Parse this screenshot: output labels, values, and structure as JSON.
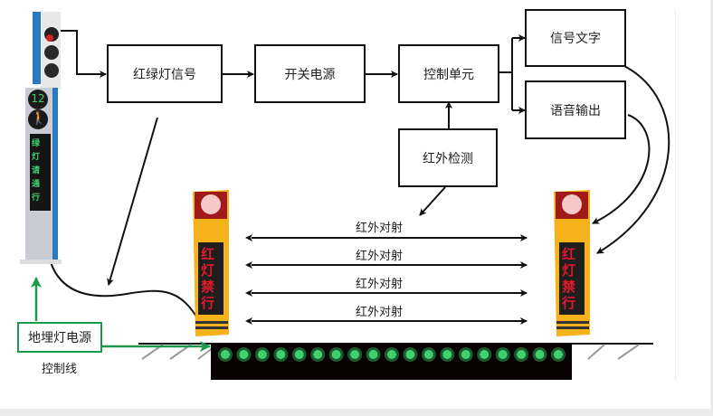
{
  "boxes": {
    "traffic_signal": "红绿灯信号",
    "switch_power": "开关电源",
    "control_unit": "控制单元",
    "signal_text": "信号文字",
    "voice_output": "语音输出",
    "infrared_detect": "红外检测",
    "ground_light_power": "地埋灯电源"
  },
  "labels": {
    "beam_rows": [
      "红外对射",
      "红外对射",
      "红外对射",
      "红外对射"
    ],
    "control_line": "控制线"
  },
  "signal_pole": {
    "countdown": "12",
    "display_text": [
      "绿",
      "灯",
      "请",
      "通",
      "行"
    ]
  },
  "bollards": {
    "left_text": [
      "红",
      "灯",
      "禁",
      "行"
    ],
    "right_text": [
      "红",
      "灯",
      "禁",
      "行"
    ]
  },
  "ground_lights": {
    "count": 19
  },
  "colors": {
    "line": "#111111",
    "green_accent": "#1a9a4a",
    "bollard_yellow": "#f5b21a",
    "red_text": "#e0192a",
    "led_green": "#3fd070",
    "pole_blue": "#2a7ac0"
  }
}
